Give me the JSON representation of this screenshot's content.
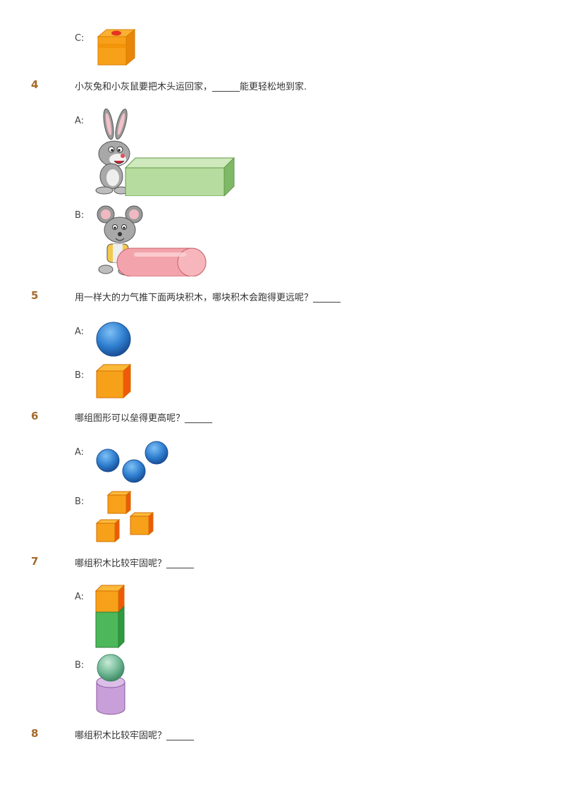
{
  "questions": [
    {
      "number": "",
      "text": "",
      "options": [
        {
          "label": "C:",
          "figure": "orange-box-with-red-dot"
        }
      ]
    },
    {
      "number": "4",
      "text": "小灰兔和小灰鼠要把木头运回家，______能更轻松地到家.",
      "options": [
        {
          "label": "A:",
          "figure": "rabbit-with-green-cuboid"
        },
        {
          "label": "B:",
          "figure": "mouse-with-pink-cylinder"
        }
      ]
    },
    {
      "number": "5",
      "text": "用一样大的力气推下面两块积木，哪块积木会跑得更远呢？______",
      "options": [
        {
          "label": "A:",
          "figure": "blue-sphere"
        },
        {
          "label": "B:",
          "figure": "orange-cube"
        }
      ]
    },
    {
      "number": "6",
      "text": "哪组图形可以垒得更高呢？______",
      "options": [
        {
          "label": "A:",
          "figure": "three-blue-spheres"
        },
        {
          "label": "B:",
          "figure": "three-orange-cubes"
        }
      ]
    },
    {
      "number": "7",
      "text": "哪组积木比较牢固呢？______",
      "options": [
        {
          "label": "A:",
          "figure": "orange-cube-on-green-cuboid"
        },
        {
          "label": "B:",
          "figure": "green-sphere-on-purple-cylinder"
        }
      ]
    },
    {
      "number": "8",
      "text": "哪组积木比较牢固呢？______",
      "options": []
    }
  ],
  "colors": {
    "number": "#a4692a",
    "orange": "#f7a11a",
    "blue": "#2f7fd0",
    "green": "#4cb85a",
    "light_green": "#b8dca0",
    "pink": "#f0909a",
    "purple": "#c9a0d8"
  }
}
